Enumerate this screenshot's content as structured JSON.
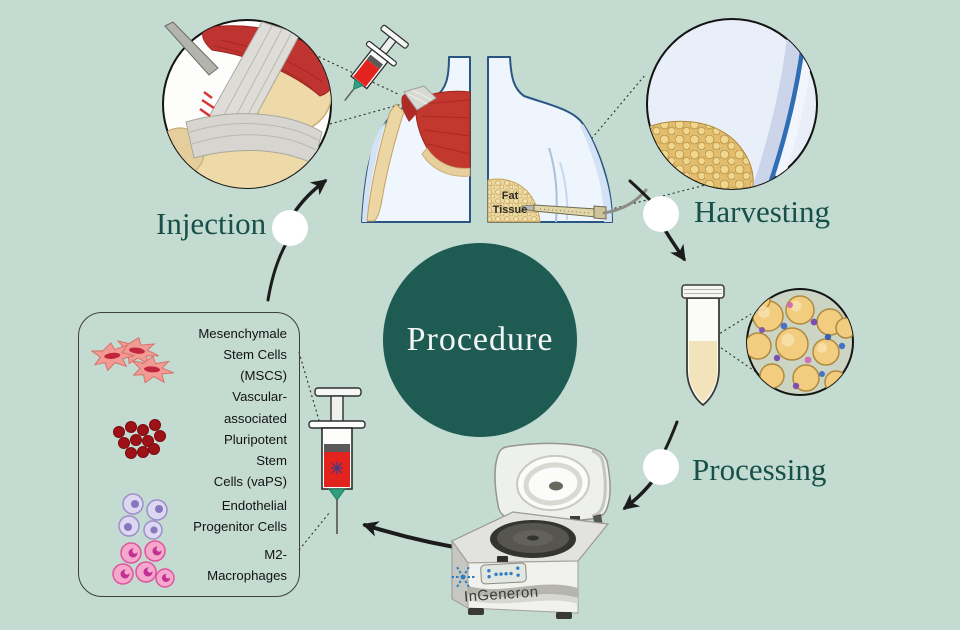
{
  "colors": {
    "background": "#c3dbd0",
    "accent_teal": "#1e5b52",
    "label_teal": "#175049",
    "arrow_black": "#1c1c1c",
    "syringe_red": "#e3231d",
    "fat_yellow": "#f2cd80"
  },
  "center_circle": {
    "label": "Procedure"
  },
  "steps": [
    {
      "id": "injection",
      "label": "Injection"
    },
    {
      "id": "harvesting",
      "label": "Harvesting"
    },
    {
      "id": "processing",
      "label": "Processing"
    }
  ],
  "body_figure": {
    "fat_tissue_label": [
      "Fat",
      "Tissue"
    ]
  },
  "centrifuge": {
    "brand": "InGeneron"
  },
  "cell_box": {
    "items": [
      {
        "label_lines": [
          "Mesenchymale",
          "Stem Cells (MSCS)"
        ]
      },
      {
        "label_lines": [
          "Vascular-associated",
          "Pluripotent Stem",
          "Cells (vaPS)"
        ]
      },
      {
        "label_lines": [
          "Endothelial",
          "Progenitor Cells"
        ]
      },
      {
        "label_lines": [
          "M2-Macrophages"
        ]
      }
    ]
  }
}
